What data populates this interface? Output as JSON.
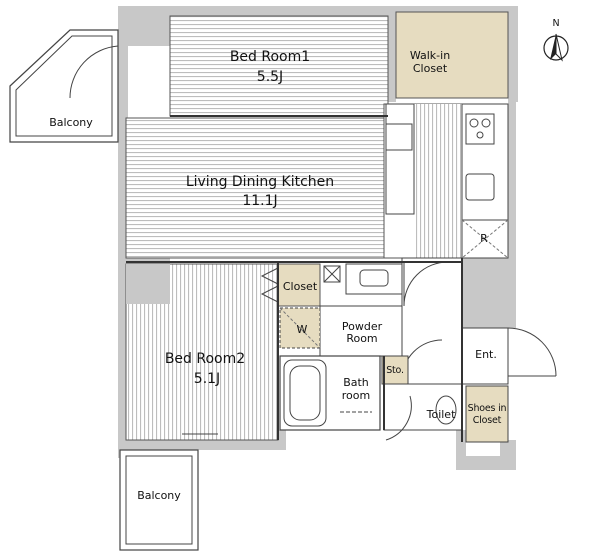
{
  "rooms": {
    "bedroom1": {
      "name": "Bed Room1",
      "size": "5.5J"
    },
    "ldk": {
      "name": "Living Dining Kitchen",
      "size": "11.1J"
    },
    "bedroom2": {
      "name": "Bed Room2",
      "size": "5.1J"
    },
    "walkin": {
      "line1": "Walk-in",
      "line2": "Closet"
    },
    "closet": "Closet",
    "powder": {
      "line1": "Powder",
      "line2": "Room"
    },
    "bath": {
      "line1": "Bath",
      "line2": "room"
    },
    "storage": "Sto.",
    "toilet": "Toilet",
    "entrance": "Ent.",
    "shoes": {
      "line1": "Shoes in",
      "line2": "Closet"
    },
    "balcony_west": "Balcony",
    "balcony_south": "Balcony",
    "washer": "W",
    "fridge": "R"
  },
  "compass": {
    "label": "N"
  },
  "colors": {
    "wall": "#c8c8c8",
    "floor_stripe": "#b9b9b9",
    "closet_fill": "#e6dcc0",
    "line": "#444444"
  }
}
